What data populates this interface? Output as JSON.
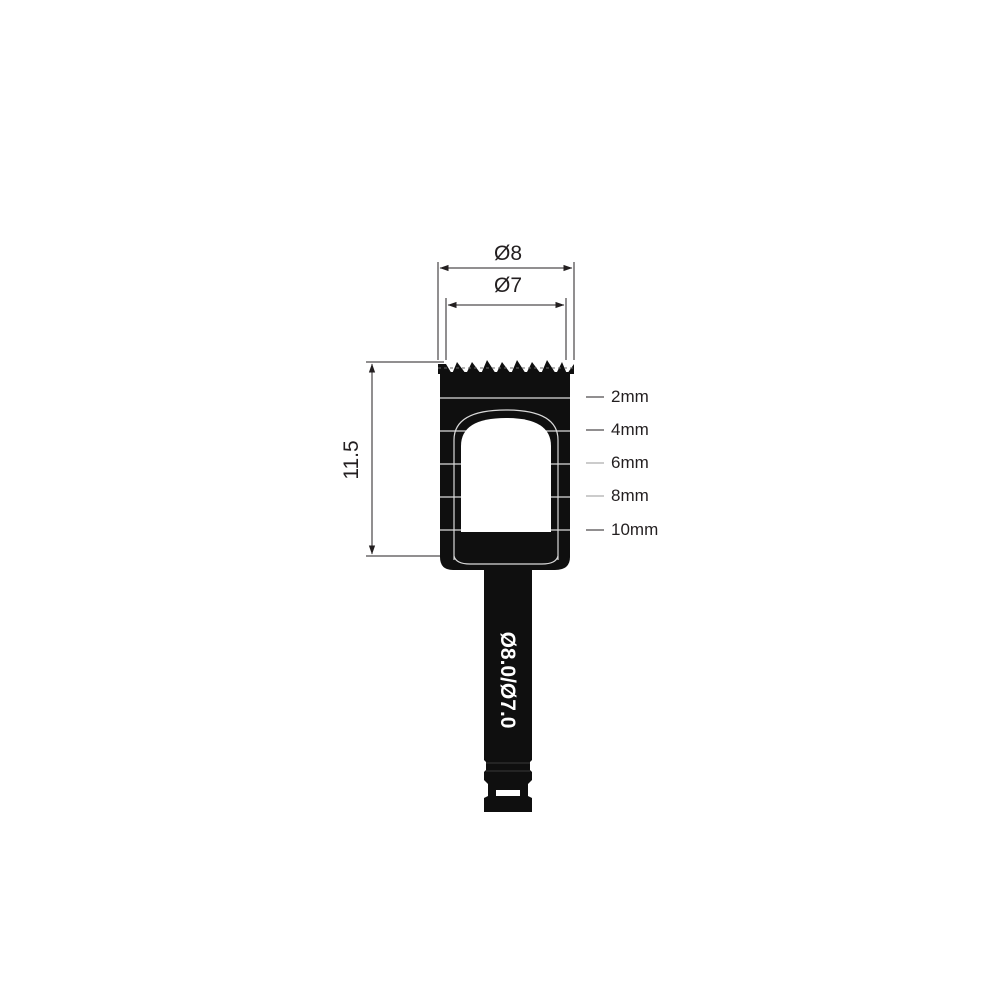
{
  "dimensions": {
    "outer_diameter": "Ø8",
    "inner_diameter": "Ø7",
    "length": "11.5"
  },
  "depth_marks": [
    "2mm",
    "4mm",
    "6mm",
    "8mm",
    "10mm"
  ],
  "shaft_engraving": "Ø8.0/Ø7.0",
  "colors": {
    "tool_body": "#0f0f0f",
    "engraving_lines": "#d9d9d9",
    "dimension_lines": "#231f20",
    "background": "#ffffff"
  }
}
